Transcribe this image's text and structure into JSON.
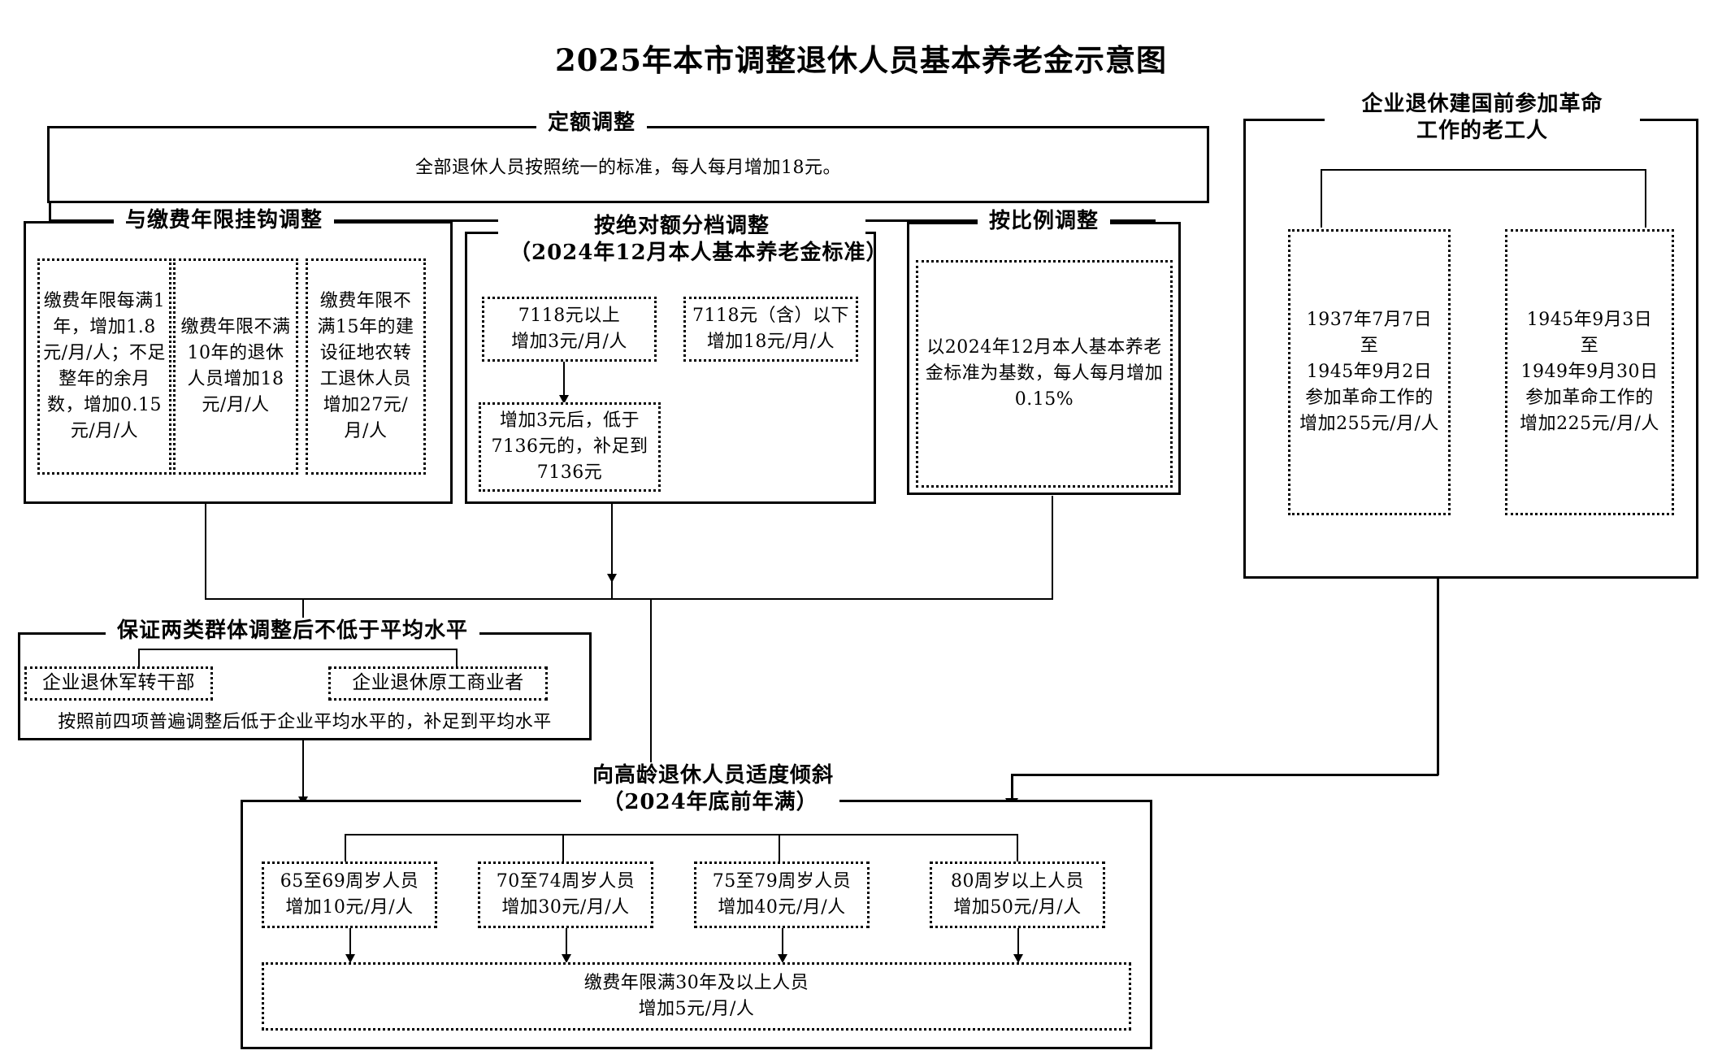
{
  "title": "2025年本市调整退休人员基本养老金示意图",
  "sections": {
    "fixed": {
      "caption": "定额调整",
      "body": "全部退休人员按照统一的标准，每人每月增加18元。"
    },
    "years_linked": {
      "caption": "与缴费年限挂钩调整",
      "boxes": [
        "缴费年限每满1年，增加1.8元/月/人；不足整年的余月数，增加0.15元/月/人",
        "缴费年限不满10年的退休人员增加18元/月/人",
        "缴费年限不满15年的建设征地农转工退休人员增加27元/月/人"
      ]
    },
    "absolute_tier": {
      "caption_line1": "按绝对额分档调整",
      "caption_line2": "（2024年12月本人基本养老金标准）",
      "box_above": "7118元以上\n增加3元/月/人",
      "box_below": "7118元（含）以下\n增加18元/月/人",
      "box_makeup": "增加3元后，低于7136元的，补足到7136元"
    },
    "proportional": {
      "caption": "按比例调整",
      "box": "以2024年12月本人基本养老金标准为基数，每人每月增加0.15%"
    },
    "pre_liberation": {
      "caption_line1": "企业退休建国前参加革命",
      "caption_line2": "工作的老工人",
      "boxes": [
        "1937年7月7日\n至\n1945年9月2日\n参加革命工作的\n增加255元/月/人",
        "1945年9月3日\n至\n1949年9月30日\n参加革命工作的\n增加225元/月/人"
      ]
    },
    "two_groups": {
      "caption": "保证两类群体调整后不低于平均水平",
      "tag_left": "企业退休军转干部",
      "tag_right": "企业退休原工商业者",
      "note": "按照前四项普遍调整后低于企业平均水平的，补足到平均水平"
    },
    "elderly": {
      "caption_line1": "向高龄退休人员适度倾斜",
      "caption_line2": "（2024年底前年满）",
      "boxes": [
        "65至69周岁人员\n增加10元/月/人",
        "70至74周岁人员\n增加30元/月/人",
        "75至79周岁人员\n增加40元/月/人",
        "80周岁以上人员\n增加50元/月/人"
      ],
      "bottom_box": "缴费年限满30年及以上人员\n增加5元/月/人"
    }
  },
  "colors": {
    "ink": "#000000",
    "paper": "#ffffff"
  }
}
